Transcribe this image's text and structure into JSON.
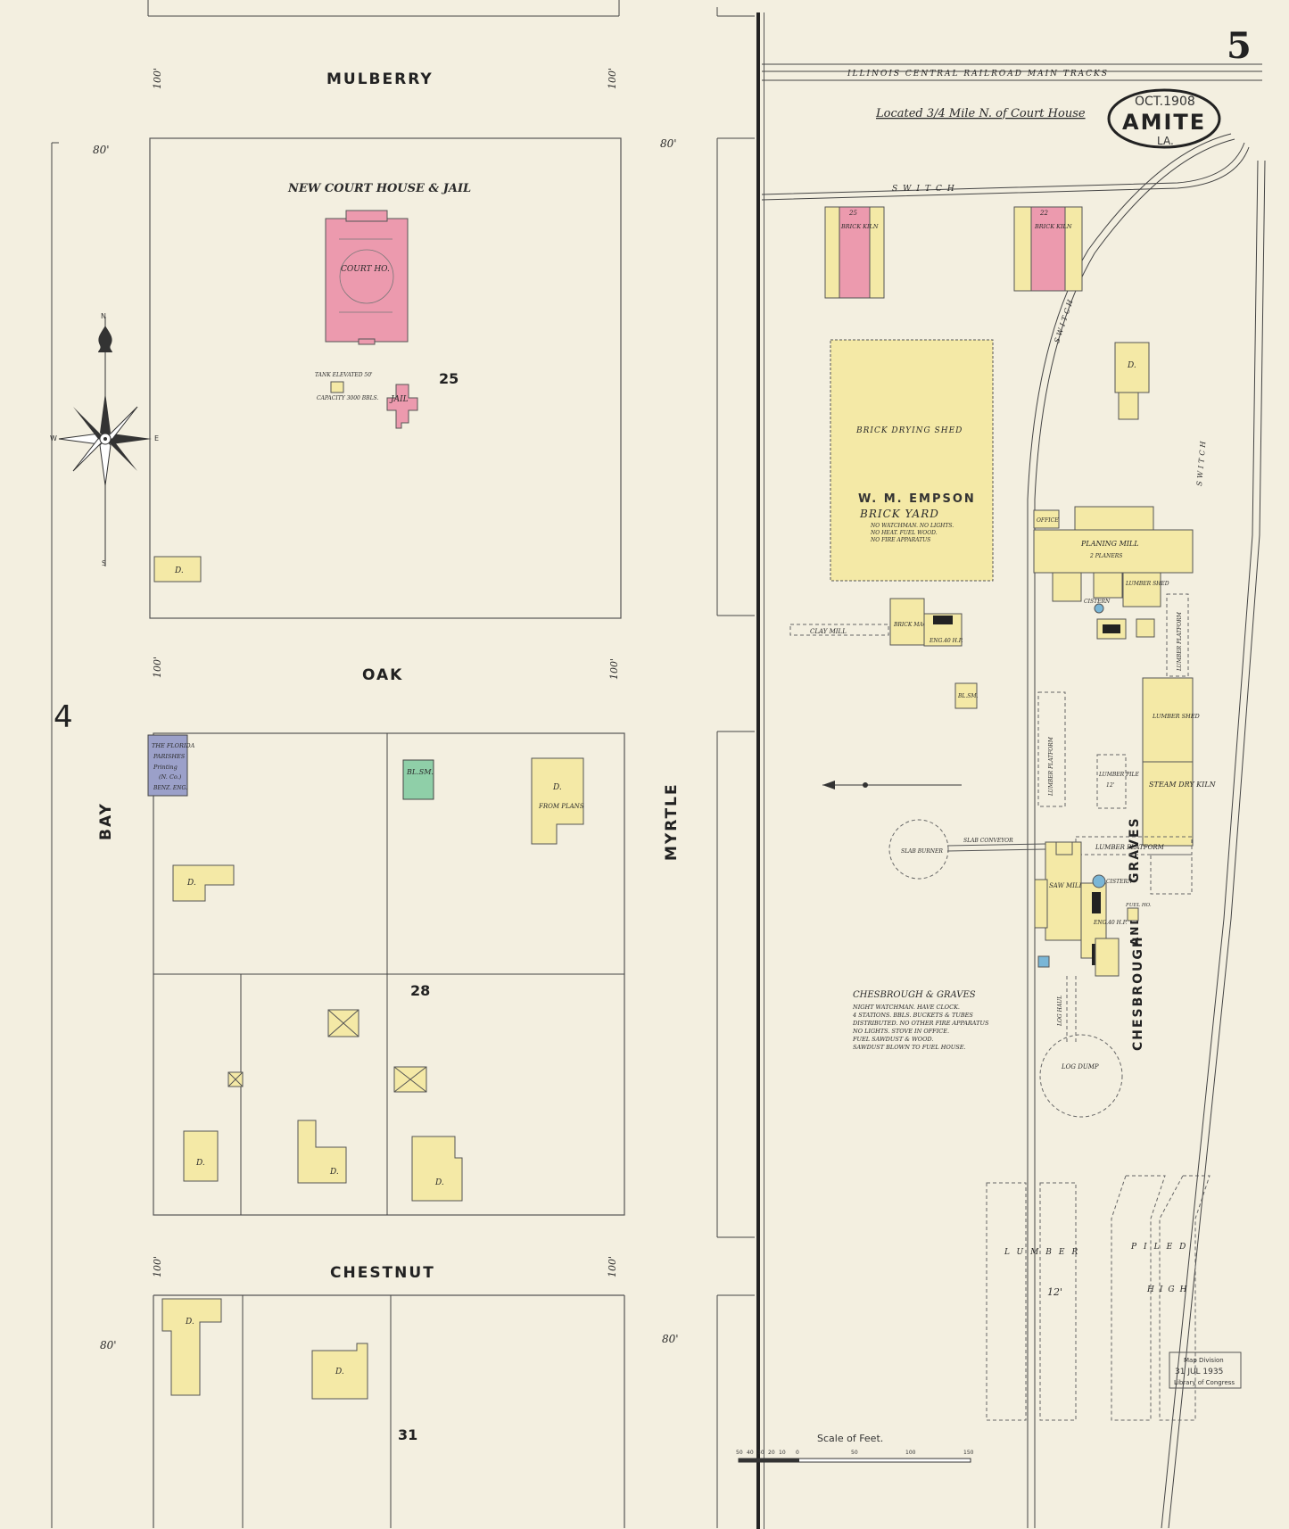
{
  "sheet": {
    "page_number": "5",
    "town": "AMITE",
    "state": "LA.",
    "date": "OCT.1908",
    "location_note": "Located 3/4 Mile N. of Court House",
    "side_sheet_number": "4",
    "stamp": [
      "Map Division",
      "31 JUL 1935",
      "Library of Congress"
    ]
  },
  "streets": {
    "mulberry": "MULBERRY",
    "oak": "OAK",
    "chestnut": "CHESTNUT",
    "bay": "BAY",
    "myrtle": "MYRTLE",
    "graves": "GRAVES",
    "chesbrough": "CHESBROUGH",
    "and": "AND"
  },
  "railroad": {
    "main_tracks": "ILLINOIS CENTRAL RAILROAD MAIN TRACKS",
    "switch": "SWITCH"
  },
  "widths": {
    "w100": "100'",
    "w80": "80'"
  },
  "blocks": {
    "b25": "25",
    "b28": "28",
    "b31": "31"
  },
  "court_house": {
    "title": "NEW COURT HOUSE & JAIL",
    "court_ho": "COURT HO.",
    "jail": "JAIL",
    "tank": "TANK ELEVATED 50'",
    "capacity": "CAPACITY 3000 BBLS."
  },
  "labels": {
    "dwelling": "D.",
    "florida_parishes": [
      "THE FLORIDA",
      "PARISHES",
      "Printing",
      "(N. Co.)",
      "BENZ. ENG."
    ],
    "blacksmith": "BL.SM.",
    "from_plans": "FROM PLANS"
  },
  "brickyard": {
    "kiln": "BRICK KILN",
    "kiln_a": "25",
    "kiln_b": "22",
    "drying_shed": "BRICK DRYING SHED",
    "owner": "W. M. EMPSON",
    "yard": "BRICK YARD",
    "notes": [
      "NO WATCHMAN. NO LIGHTS.",
      "NO HEAT. FUEL WOOD.",
      "NO FIRE APPARATUS"
    ],
    "brick_machine": "BRICK MACHINE",
    "engine": "ENG.40 H.P.",
    "clay_mill": "CLAY MILL",
    "bl_sm": "BL.SM."
  },
  "mill": {
    "office": "OFFICE",
    "planing_mill": "PLANING MILL",
    "planers": "2 PLANERS",
    "cistern": "CISTERN",
    "lumber_shed": "LUMBER SHED",
    "lumber_platform": "LUMBER PLATFORM",
    "lumber_pile": "LUMBER PILE",
    "lumber_pile_height": "12'",
    "steam_dry_kiln": "STEAM DRY KILN",
    "saw_mill": "SAW MILL",
    "slab_burner": "SLAB BURNER",
    "slab_conveyor": "SLAB CONVEYOR",
    "log_haul": "LOG HAUL",
    "log_dump": "LOG DUMP",
    "fuel_ho": "FUEL HO.",
    "engine": "ENG.40 H.P.",
    "owner": "CHESBROUGH & GRAVES",
    "notes": [
      "NIGHT WATCHMAN. HAVE CLOCK.",
      "4 STATIONS. BBLS. BUCKETS & TUBES",
      "DISTRIBUTED. NO OTHER FIRE APPARATUS",
      "NO LIGHTS. STOVE IN OFFICE.",
      "FUEL SAWDUST & WOOD.",
      "SAWDUST BLOWN TO FUEL HOUSE."
    ],
    "piled_words": [
      "LUMBER",
      "12'",
      "PILED",
      "HIGH"
    ]
  },
  "scale": {
    "label": "Scale of Feet.",
    "ticks": [
      "50",
      "40",
      "30",
      "20",
      "10",
      "0",
      "50",
      "100",
      "150"
    ]
  },
  "compass": {
    "n": "N",
    "s": "S",
    "e": "E",
    "w": "W"
  }
}
